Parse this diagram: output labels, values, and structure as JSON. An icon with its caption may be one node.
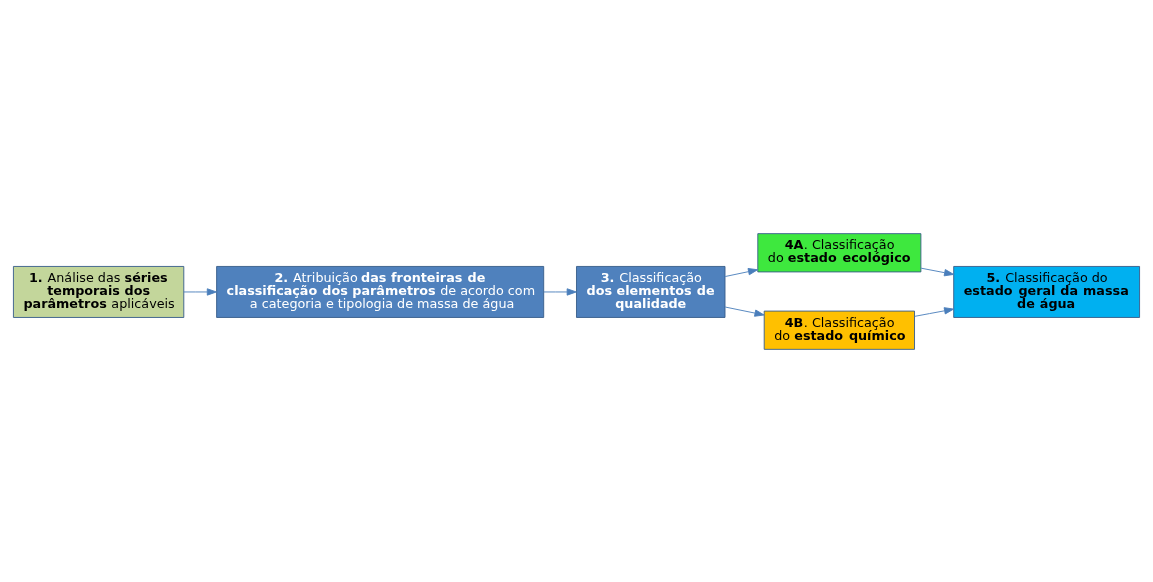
{
  "diagram": {
    "nodes": [
      {
        "text": [
          "**1.** Análise das **séries temporais dos parâmetros** aplicáveis"
        ]
      },
      {
        "text": [
          "**2.** Atribuição **das fronteiras de classificação dos parâmetros** de acordo com a categoria e tipologia de massa de água"
        ]
      },
      {
        "text": [
          "**3.** Classificação **dos elementos de qualidade**"
        ]
      },
      {
        "text": [
          "**4A**. Classificação do **estado ecológico**"
        ]
      },
      {
        "text": [
          "**4B**. Classificação do **estado químico**"
        ]
      },
      {
        "text": [
          "**5.** Classificação do **estado geral da massa de água**"
        ]
      }
    ],
    "edges": [
      {
        "from": 0,
        "to": 1,
        "arrow": "to"
      },
      {
        "from": 1,
        "to": 2,
        "arrow": "to"
      },
      {
        "from": 2,
        "to": 3,
        "arrow": "to"
      },
      {
        "from": 2,
        "to": 4,
        "arrow": "to"
      },
      {
        "from": 3,
        "to": 5,
        "arrow": "to"
      },
      {
        "from": 4,
        "to": 5,
        "arrow": "to"
      }
    ]
  }
}
